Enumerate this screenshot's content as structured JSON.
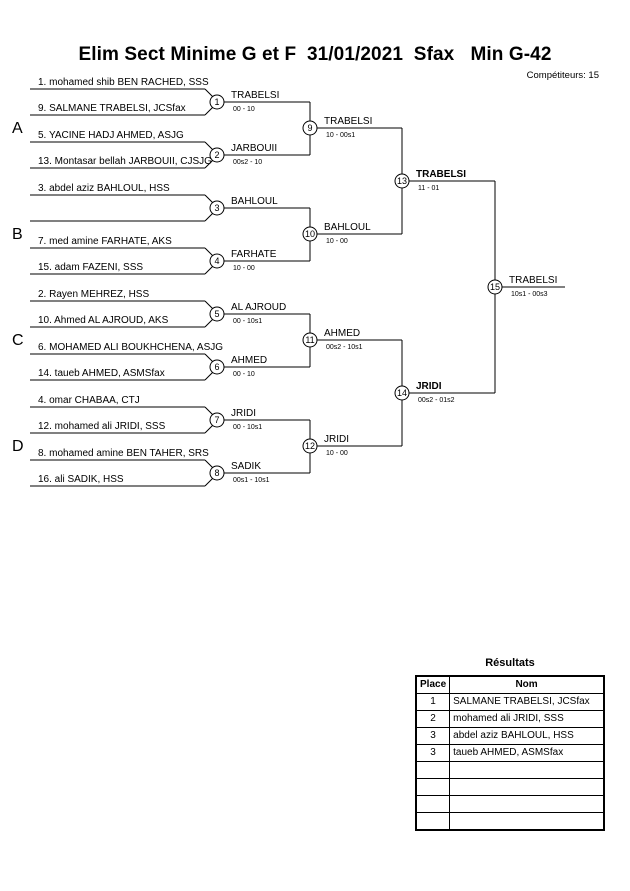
{
  "header": {
    "title": "Elim Sect Minime G et F  31/01/2021  Sfax   Min G-42",
    "competitors": "Compétiteurs: 15"
  },
  "groups": [
    "A",
    "B",
    "C",
    "D"
  ],
  "entrants": [
    "1. mohamed shib BEN RACHED, SSS",
    "9. SALMANE TRABELSI, JCSfax",
    "5. YACINE HADJ AHMED, ASJG",
    "13. Montasar bellah JARBOUII, CJSJG",
    "3. abdel aziz BAHLOUL, HSS",
    "",
    "7. med amine FARHATE, AKS",
    "15. adam FAZENI, SSS",
    "2. Rayen MEHREZ, HSS",
    "10. Ahmed AL AJROUD, AKS",
    "6. MOHAMED ALI BOUKHCHENA, ASJG",
    "14. taueb AHMED, ASMSfax",
    "4. omar CHABAA, CTJ",
    "12. mohamed ali JRIDI, SSS",
    "8. mohamed amine BEN TAHER, SRS",
    "16. ali SADIK, HSS"
  ],
  "matches": [
    {
      "number": "1",
      "winner": "TRABELSI",
      "score": "00 - 10"
    },
    {
      "number": "2",
      "winner": "JARBOUII",
      "score": "00s2 - 10"
    },
    {
      "number": "3",
      "winner": "BAHLOUL",
      "score": ""
    },
    {
      "number": "4",
      "winner": "FARHATE",
      "score": "10 - 00"
    },
    {
      "number": "5",
      "winner": "AL AJROUD",
      "score": "00 - 10s1"
    },
    {
      "number": "6",
      "winner": "AHMED",
      "score": "00 - 10"
    },
    {
      "number": "7",
      "winner": "JRIDI",
      "score": "00 - 10s1"
    },
    {
      "number": "8",
      "winner": "SADIK",
      "score": "00s1 - 10s1"
    },
    {
      "number": "9",
      "winner": "TRABELSI",
      "score": "10 - 00s1"
    },
    {
      "number": "10",
      "winner": "BAHLOUL",
      "score": "10 - 00"
    },
    {
      "number": "11",
      "winner": "AHMED",
      "score": "00s2 - 10s1"
    },
    {
      "number": "12",
      "winner": "JRIDI",
      "score": "10 - 00"
    },
    {
      "number": "13",
      "winner": "TRABELSI",
      "score": "11 - 01"
    },
    {
      "number": "14",
      "winner": "JRIDI",
      "score": "00s2 - 01s2"
    },
    {
      "number": "15",
      "winner": "TRABELSI",
      "score": "10s1 - 00s3"
    }
  ],
  "results": {
    "title": "Résultats",
    "headers": {
      "place": "Place",
      "name": "Nom"
    },
    "rows": [
      {
        "place": "1",
        "name": "SALMANE TRABELSI, JCSfax"
      },
      {
        "place": "2",
        "name": "mohamed ali JRIDI, SSS"
      },
      {
        "place": "3",
        "name": "abdel aziz BAHLOUL, HSS"
      },
      {
        "place": "3",
        "name": "taueb AHMED, ASMSfax"
      },
      {
        "place": "",
        "name": ""
      },
      {
        "place": "",
        "name": ""
      },
      {
        "place": "",
        "name": ""
      },
      {
        "place": "",
        "name": ""
      }
    ]
  }
}
